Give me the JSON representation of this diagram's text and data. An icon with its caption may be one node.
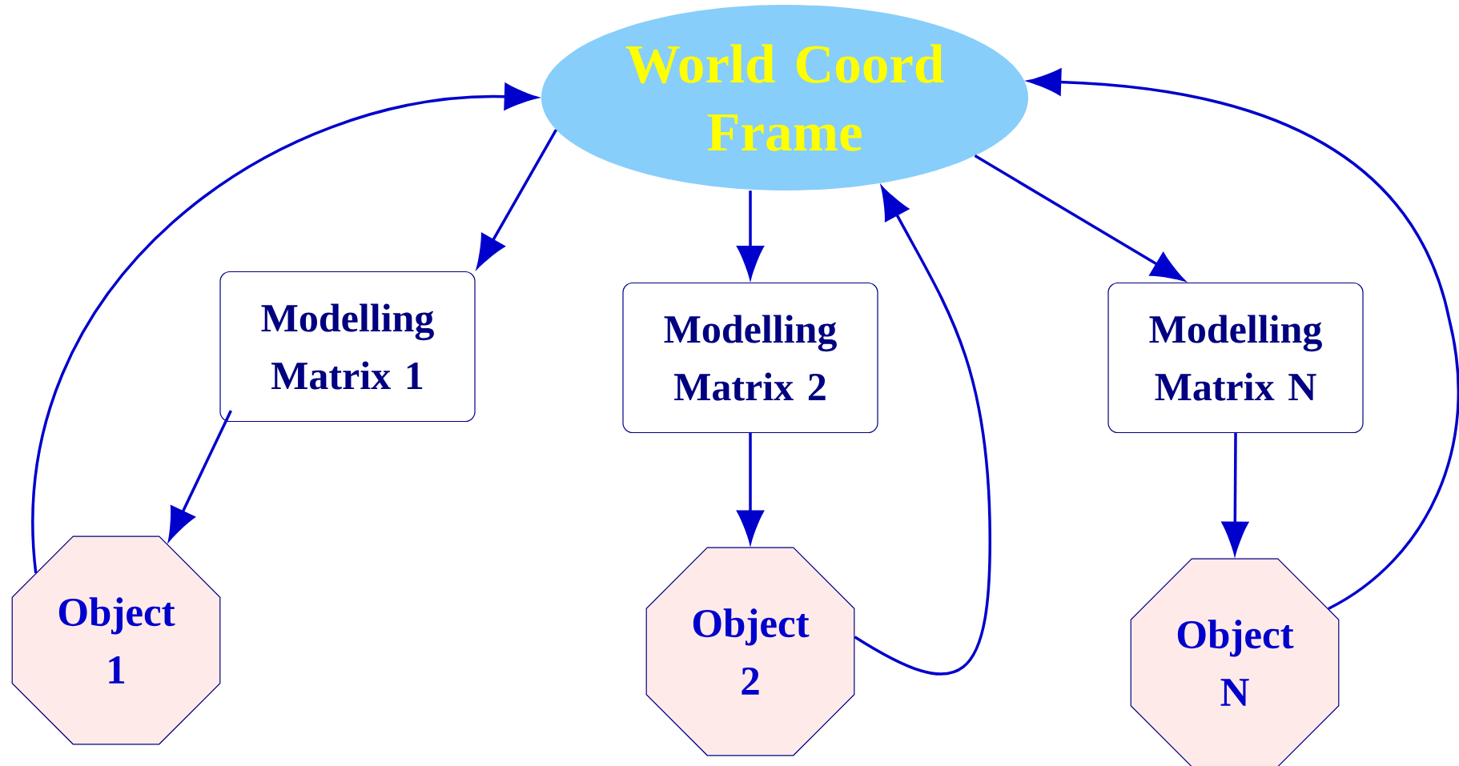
{
  "diagram": {
    "nodes": [
      {
        "text": [
          "World Coord Frame"
        ]
      },
      {
        "text": [
          "Modelling Matrix 1"
        ]
      },
      {
        "text": [
          "Object 1"
        ]
      },
      {
        "text": [
          "Modelling Matrix 2"
        ]
      },
      {
        "text": [
          "Object 2"
        ]
      },
      {
        "text": [
          "Modelling Matrix N"
        ]
      },
      {
        "text": [
          "Object N"
        ]
      }
    ],
    "edges": [
      {
        "from": 0,
        "to": 1,
        "arrow": "to"
      },
      {
        "from": 1,
        "to": 2,
        "arrow": "to"
      },
      {
        "from": 2,
        "to": 0,
        "arrow": "to"
      },
      {
        "from": 0,
        "to": 3,
        "arrow": "to"
      },
      {
        "from": 3,
        "to": 4,
        "arrow": "to"
      },
      {
        "from": 4,
        "to": 0,
        "arrow": "to"
      },
      {
        "from": 0,
        "to": 5,
        "arrow": "to"
      },
      {
        "from": 5,
        "to": 6,
        "arrow": "to"
      },
      {
        "from": 6,
        "to": 0,
        "arrow": "to"
      }
    ]
  }
}
